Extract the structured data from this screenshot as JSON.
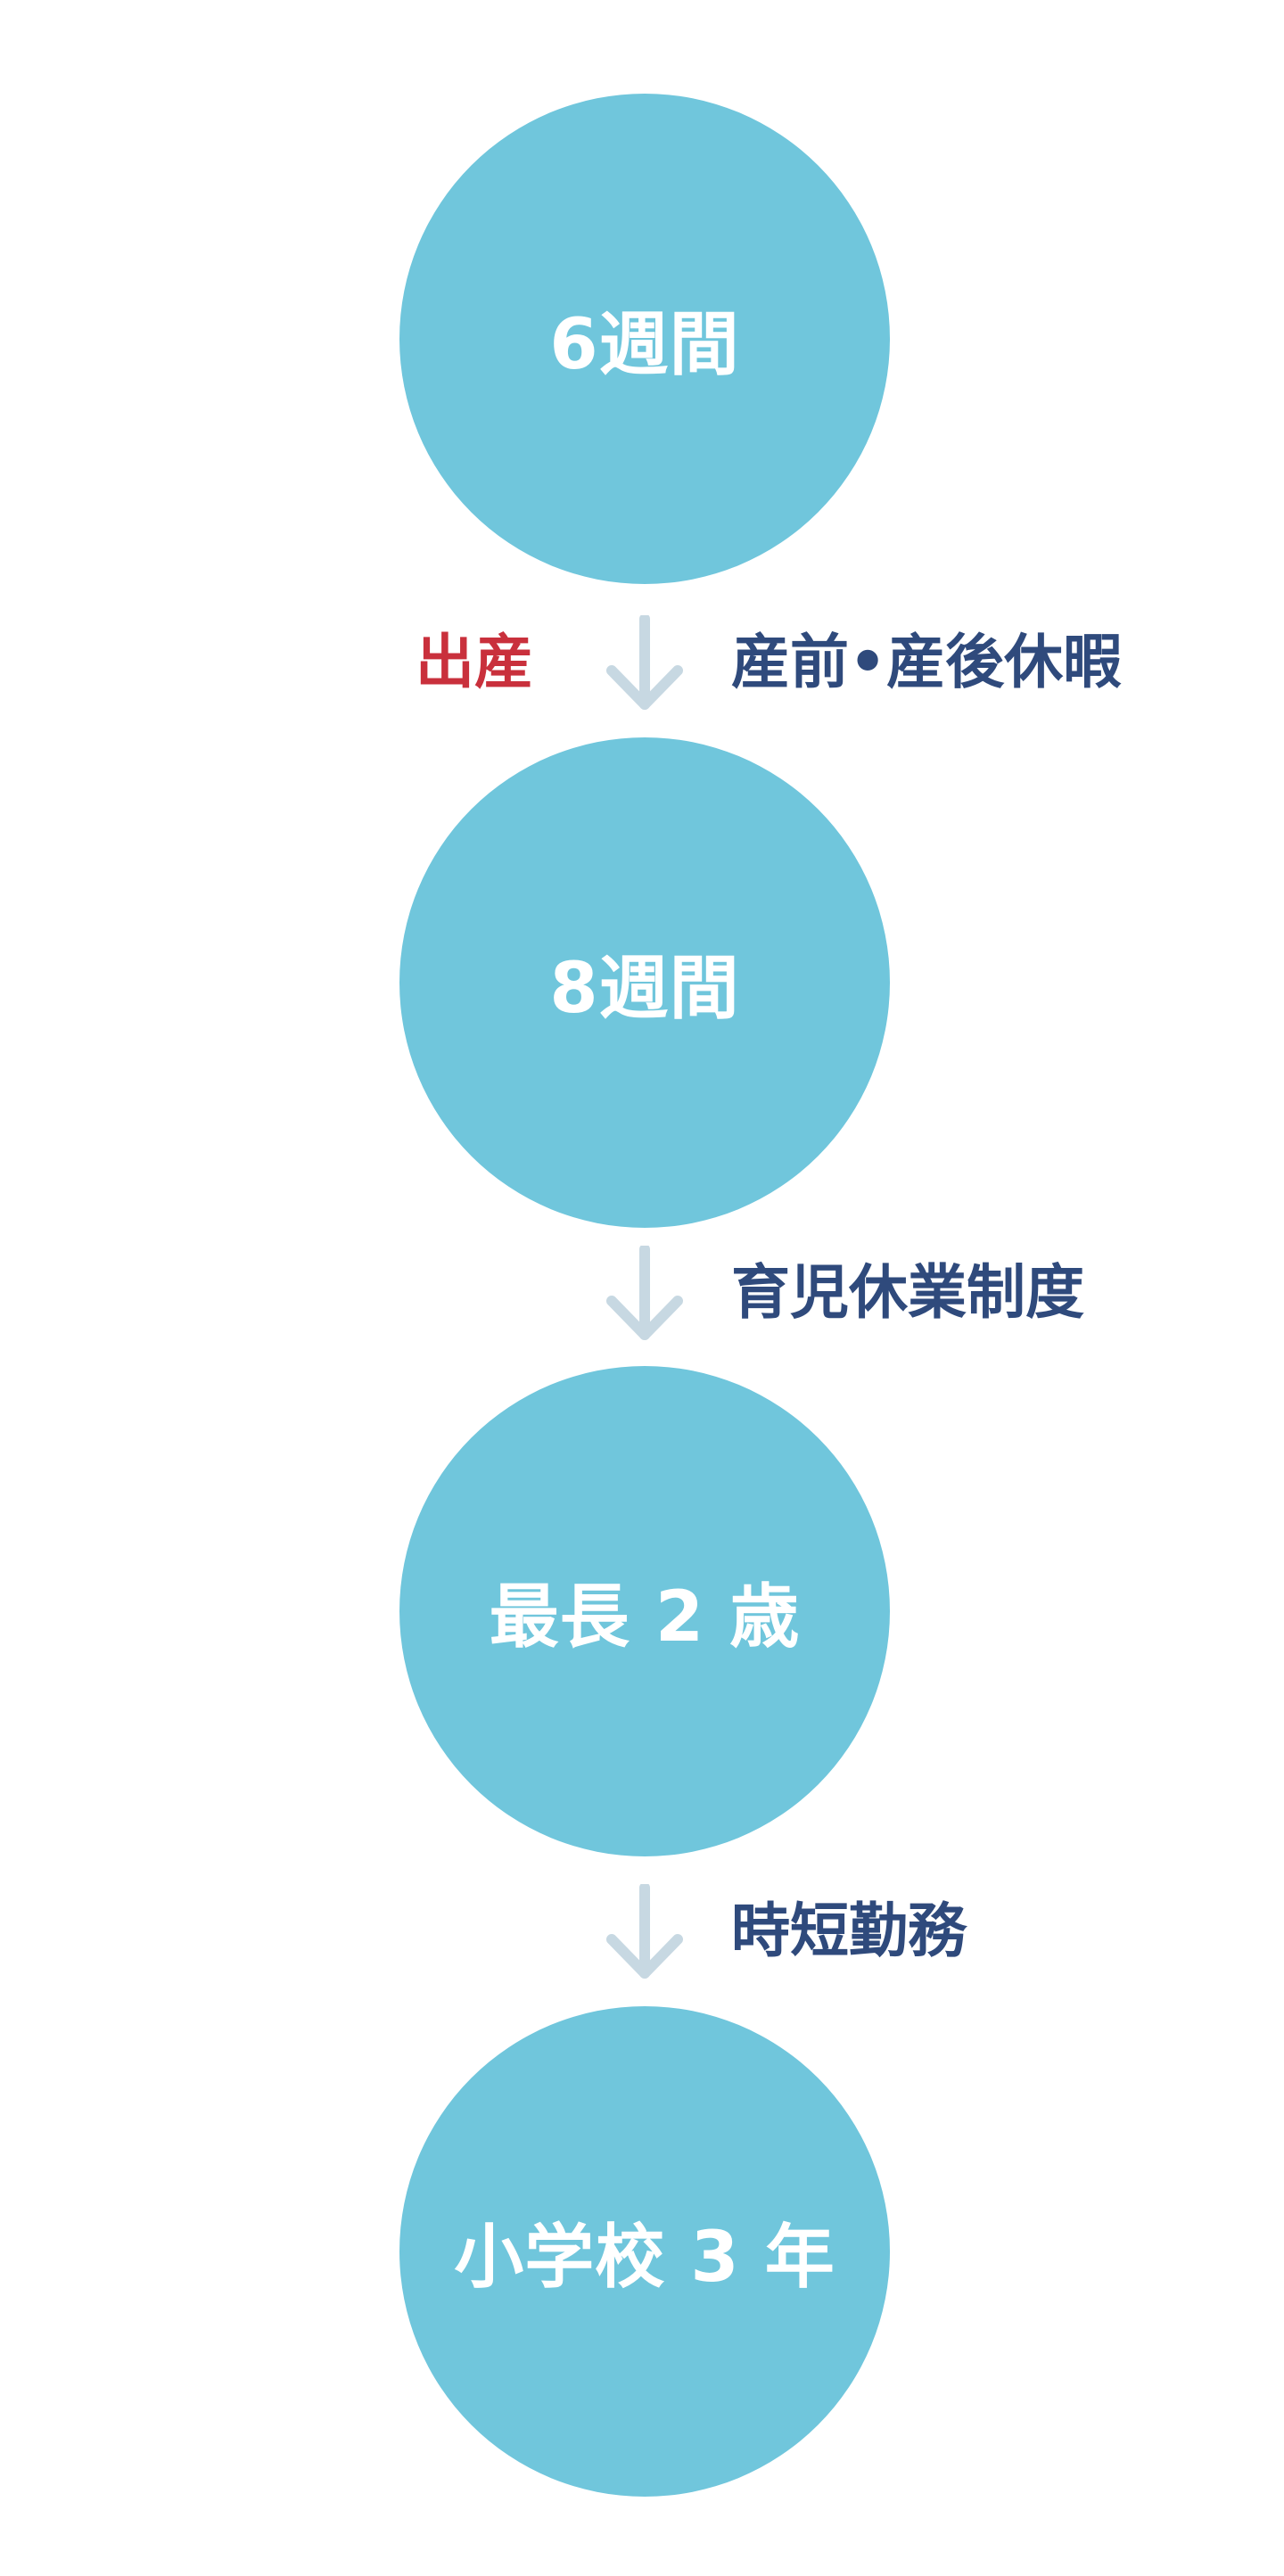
{
  "colors": {
    "circle": "#70c6dc",
    "arrow": "#c7d8e2",
    "label": "#2f4a7c",
    "accent": "#c9303c"
  },
  "steps": [
    {
      "label": "6週間"
    },
    {
      "label": "8週間"
    },
    {
      "label": "最長 2 歳"
    },
    {
      "label": "小学校 3 年"
    }
  ],
  "transitions": [
    {
      "left_label": "出産",
      "right_label": "産前•産後休暇"
    },
    {
      "right_label": "育児休業制度"
    },
    {
      "right_label": "時短勤務"
    }
  ]
}
